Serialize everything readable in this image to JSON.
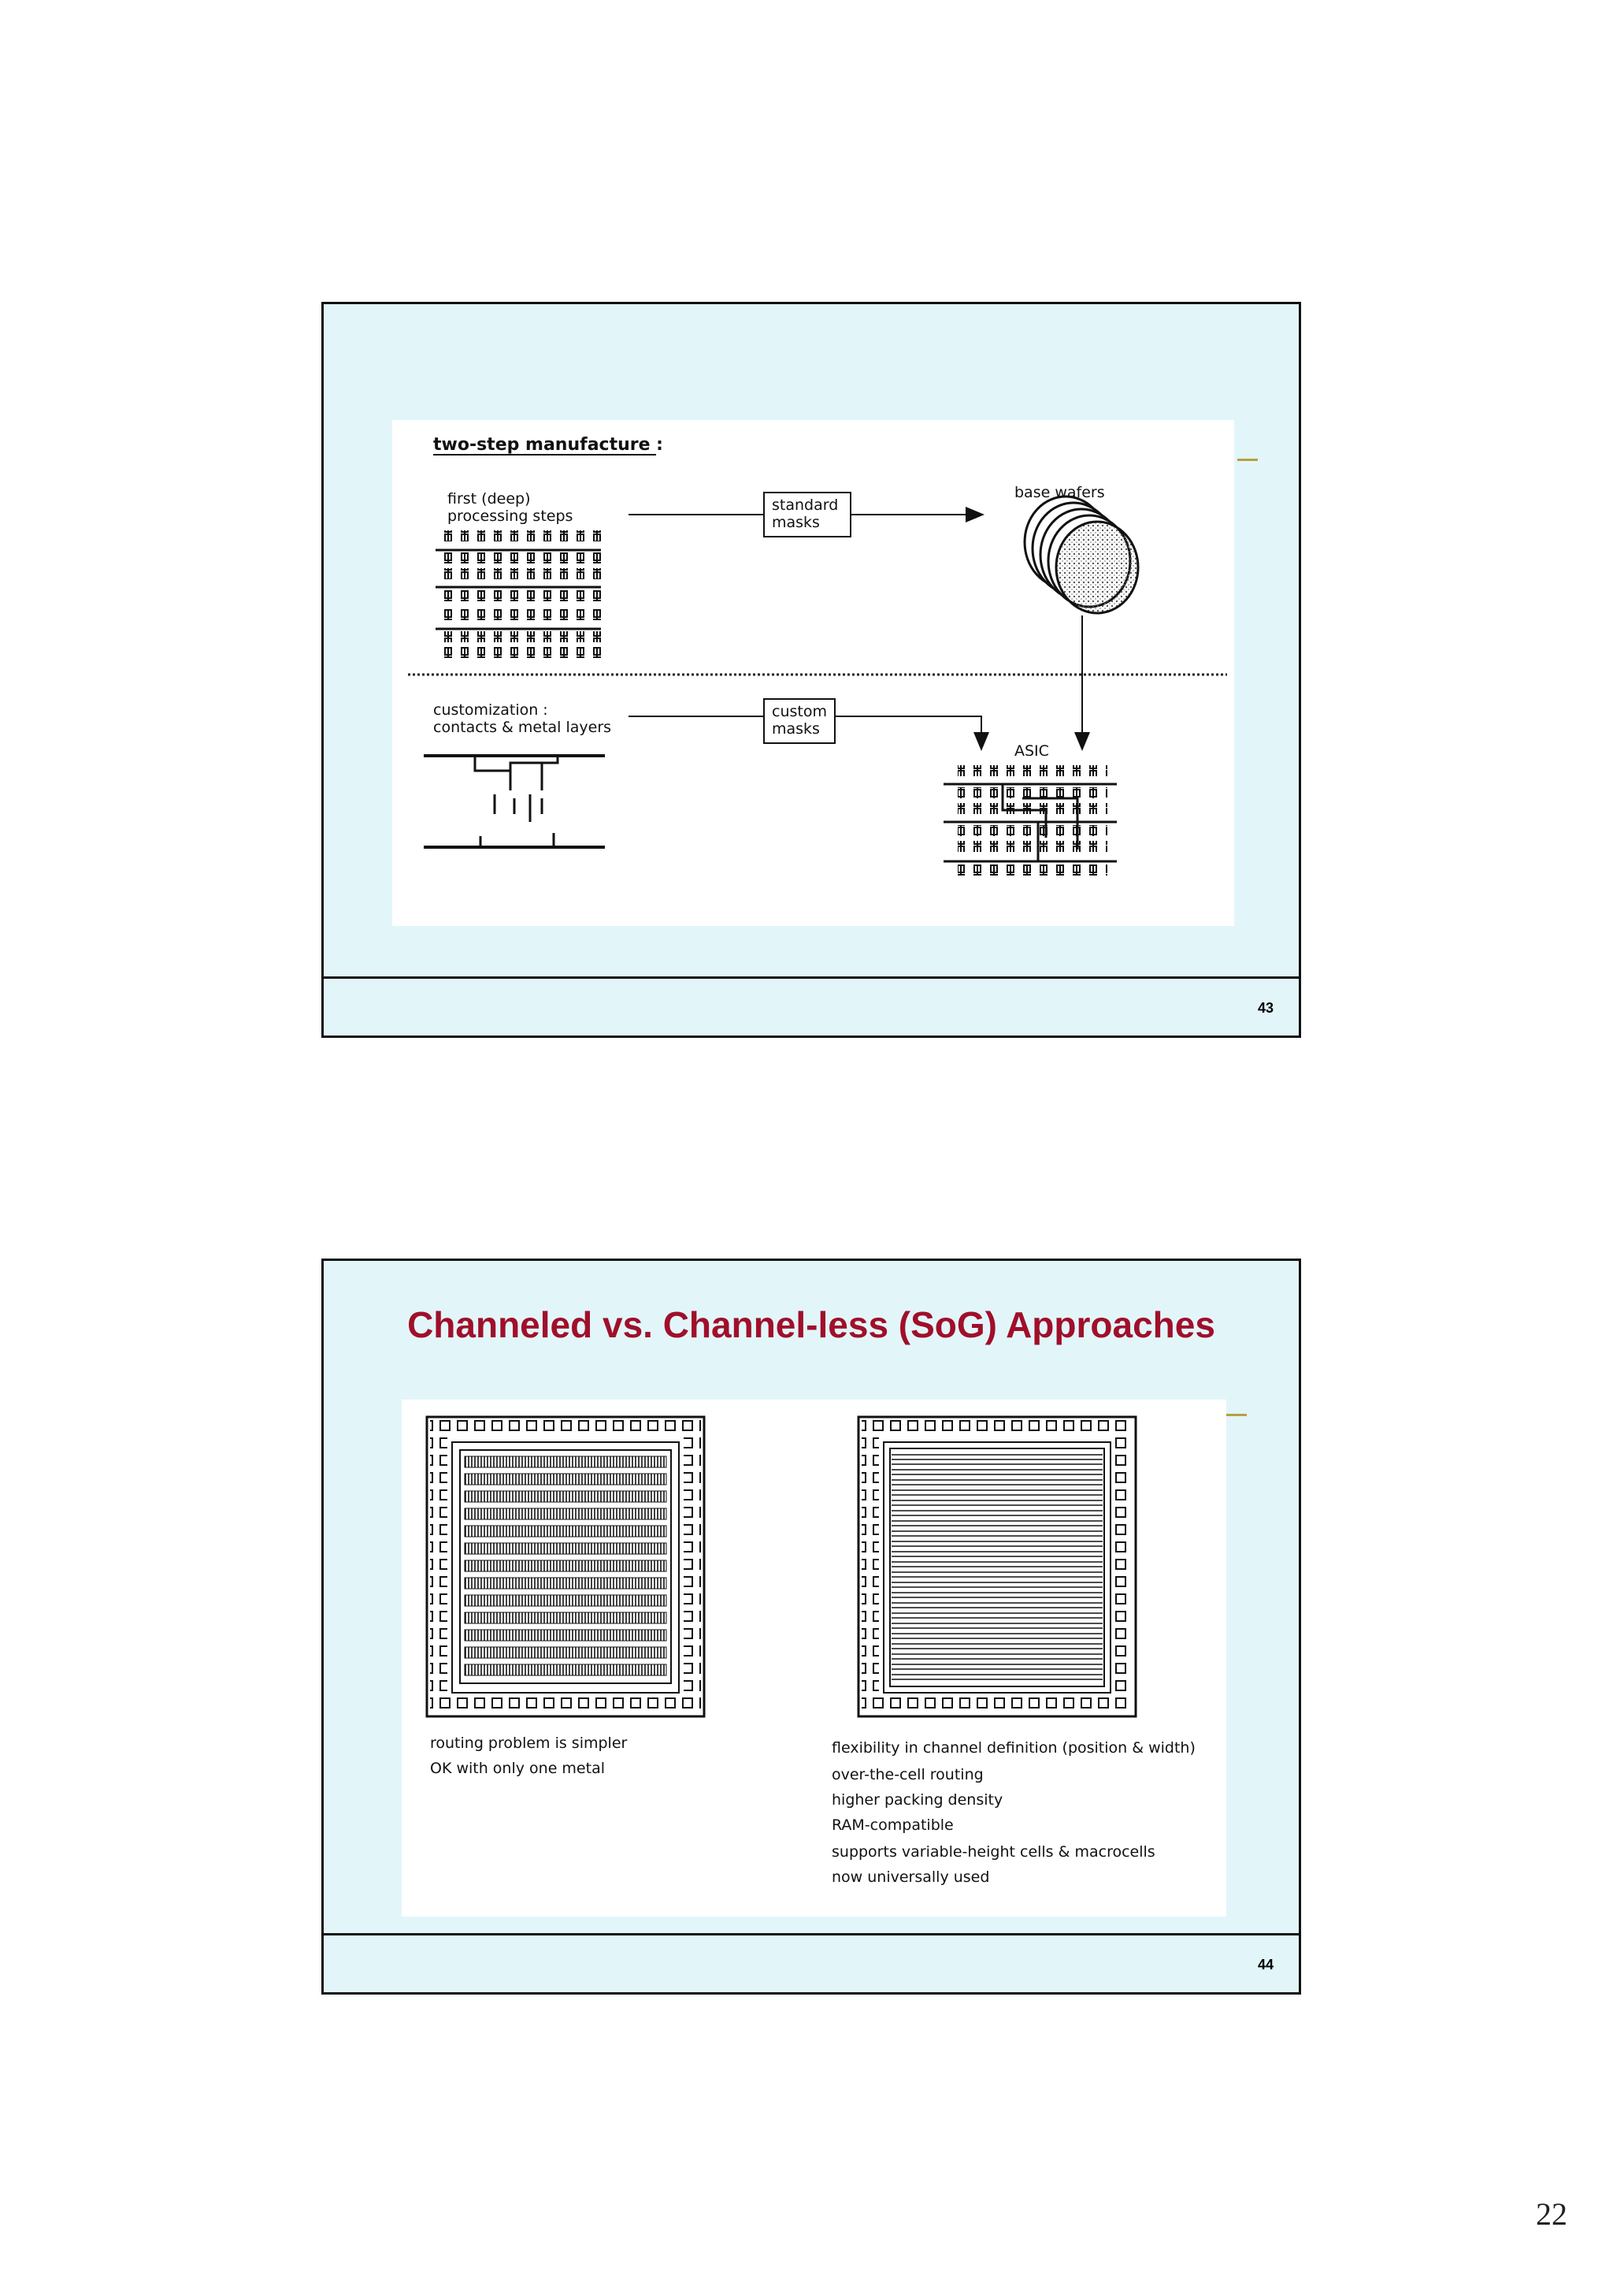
{
  "slide43": {
    "number": "43",
    "figure": {
      "heading": "two-step manufacture :",
      "first_steps": [
        "first (deep)",
        "processing steps"
      ],
      "standard_masks": [
        "standard",
        "masks"
      ],
      "base_wafers": "base wafers",
      "customization": [
        "customization :",
        "contacts & metal layers"
      ],
      "custom_masks": [
        "custom",
        "masks"
      ],
      "asic": "ASIC"
    }
  },
  "slide44": {
    "title": "Channeled vs. Channel-less (SoG) Approaches",
    "number": "44",
    "figure": {
      "left_notes": [
        "routing problem is simpler",
        "OK with only one metal"
      ],
      "right_notes": [
        "flexibility in channel definition (position & width)",
        "over-the-cell routing",
        "higher packing density",
        "RAM-compatible",
        "supports variable-height cells & macrocells",
        "now universally used"
      ]
    }
  },
  "page_number": "22",
  "colors": {
    "slide_bg": "#e2f6fa",
    "title": "#a00f2a",
    "accent": "#b8a040"
  }
}
